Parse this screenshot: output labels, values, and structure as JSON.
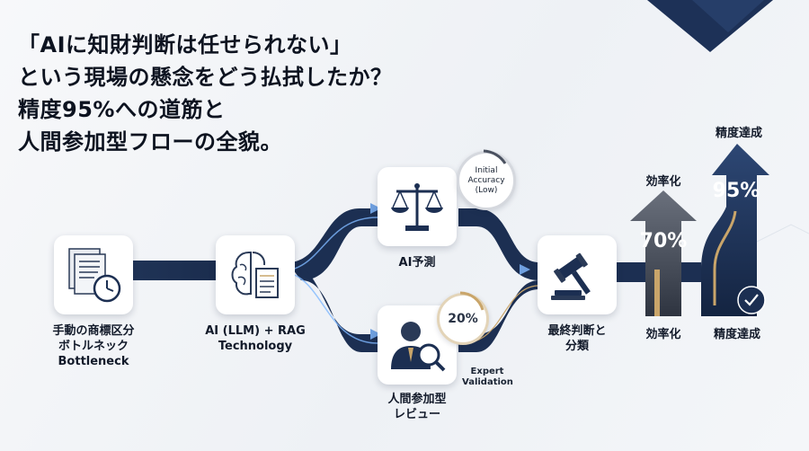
{
  "title": {
    "line1": "「AIに知財判断は任せられない」",
    "line2": "という現場の懸念をどう払拭したか？",
    "line3": "精度95%への道筋と",
    "line4": "人間参加型フローの全貌。"
  },
  "nodes": {
    "manual": {
      "line1": "手動の商標区分",
      "line2": "ボトルネック",
      "line3": "Bottleneck"
    },
    "ai_rag": {
      "line1": "AI (LLM) + RAG",
      "line2": "Technology"
    },
    "ai_predict": {
      "label": "AI予測"
    },
    "human_review": {
      "line1": "人間参加型",
      "line2": "レビュー"
    },
    "final": {
      "line1": "最終判断と",
      "line2": "分類"
    }
  },
  "badges": {
    "initial_accuracy": {
      "line1": "Initial",
      "line2": "Accuracy",
      "line3": "(Low)"
    },
    "review_percent": "20%"
  },
  "annotations": {
    "expert_validation_1": "Expert",
    "expert_validation_2": "Validation"
  },
  "arrows": {
    "efficiency": {
      "value": "70%",
      "top_label": "効率化",
      "bottom_label": "効率化"
    },
    "accuracy": {
      "value": "95%",
      "top_label": "精度達成",
      "bottom_label": "精度達成"
    }
  },
  "colors": {
    "navy": "#1c2f52",
    "dark_navy": "#0f1d36",
    "gold": "#c9a56a",
    "grey_arrow": "#4a5160"
  }
}
